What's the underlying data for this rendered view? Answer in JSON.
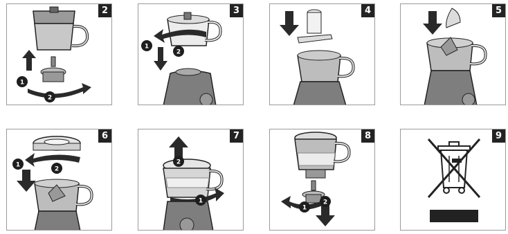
{
  "steps": [
    {
      "number": "2",
      "markers": [
        "1",
        "2"
      ]
    },
    {
      "number": "3",
      "markers": [
        "1",
        "2"
      ]
    },
    {
      "number": "4",
      "markers": []
    },
    {
      "number": "5",
      "markers": []
    },
    {
      "number": "6",
      "markers": [
        "1",
        "2"
      ]
    },
    {
      "number": "7",
      "markers": [
        "1",
        "2"
      ]
    },
    {
      "number": "8",
      "markers": [
        "1",
        "2"
      ]
    },
    {
      "number": "9",
      "markers": []
    }
  ],
  "colors": {
    "badge": "#232323",
    "metal": "#b9b9b9",
    "dark_gray": "#7a7a7a",
    "line": "#222222"
  }
}
